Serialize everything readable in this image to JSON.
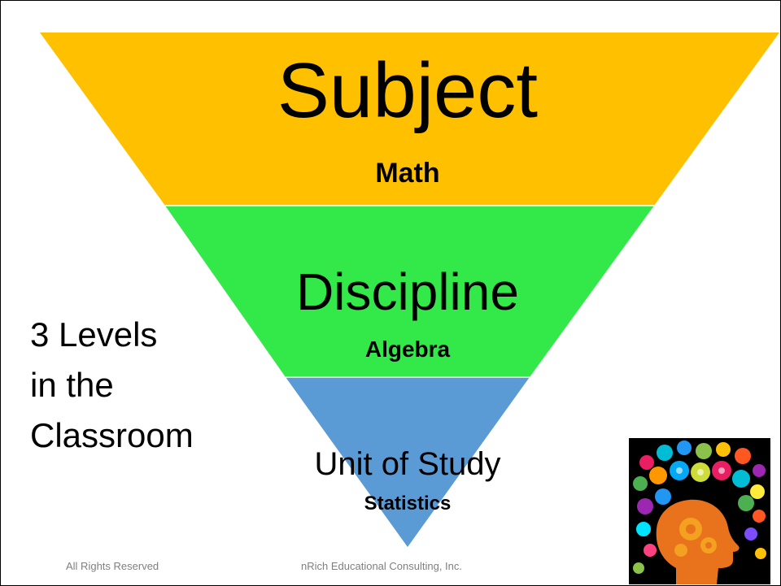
{
  "funnel": {
    "levels": [
      {
        "title": "Subject",
        "example": "Math",
        "color": "#FFC000"
      },
      {
        "title": "Discipline",
        "example": "Algebra",
        "color": "#33E849"
      },
      {
        "title": "Unit of Study",
        "example": "Statistics",
        "color": "#5B9BD5"
      }
    ]
  },
  "side_label": {
    "lines": [
      "3 Levels",
      "in the",
      "Classroom"
    ]
  },
  "footer": {
    "left": "All Rights Reserved",
    "center": "nRich Educational Consulting, Inc."
  },
  "image": {
    "icon": "brain-head-icon"
  }
}
